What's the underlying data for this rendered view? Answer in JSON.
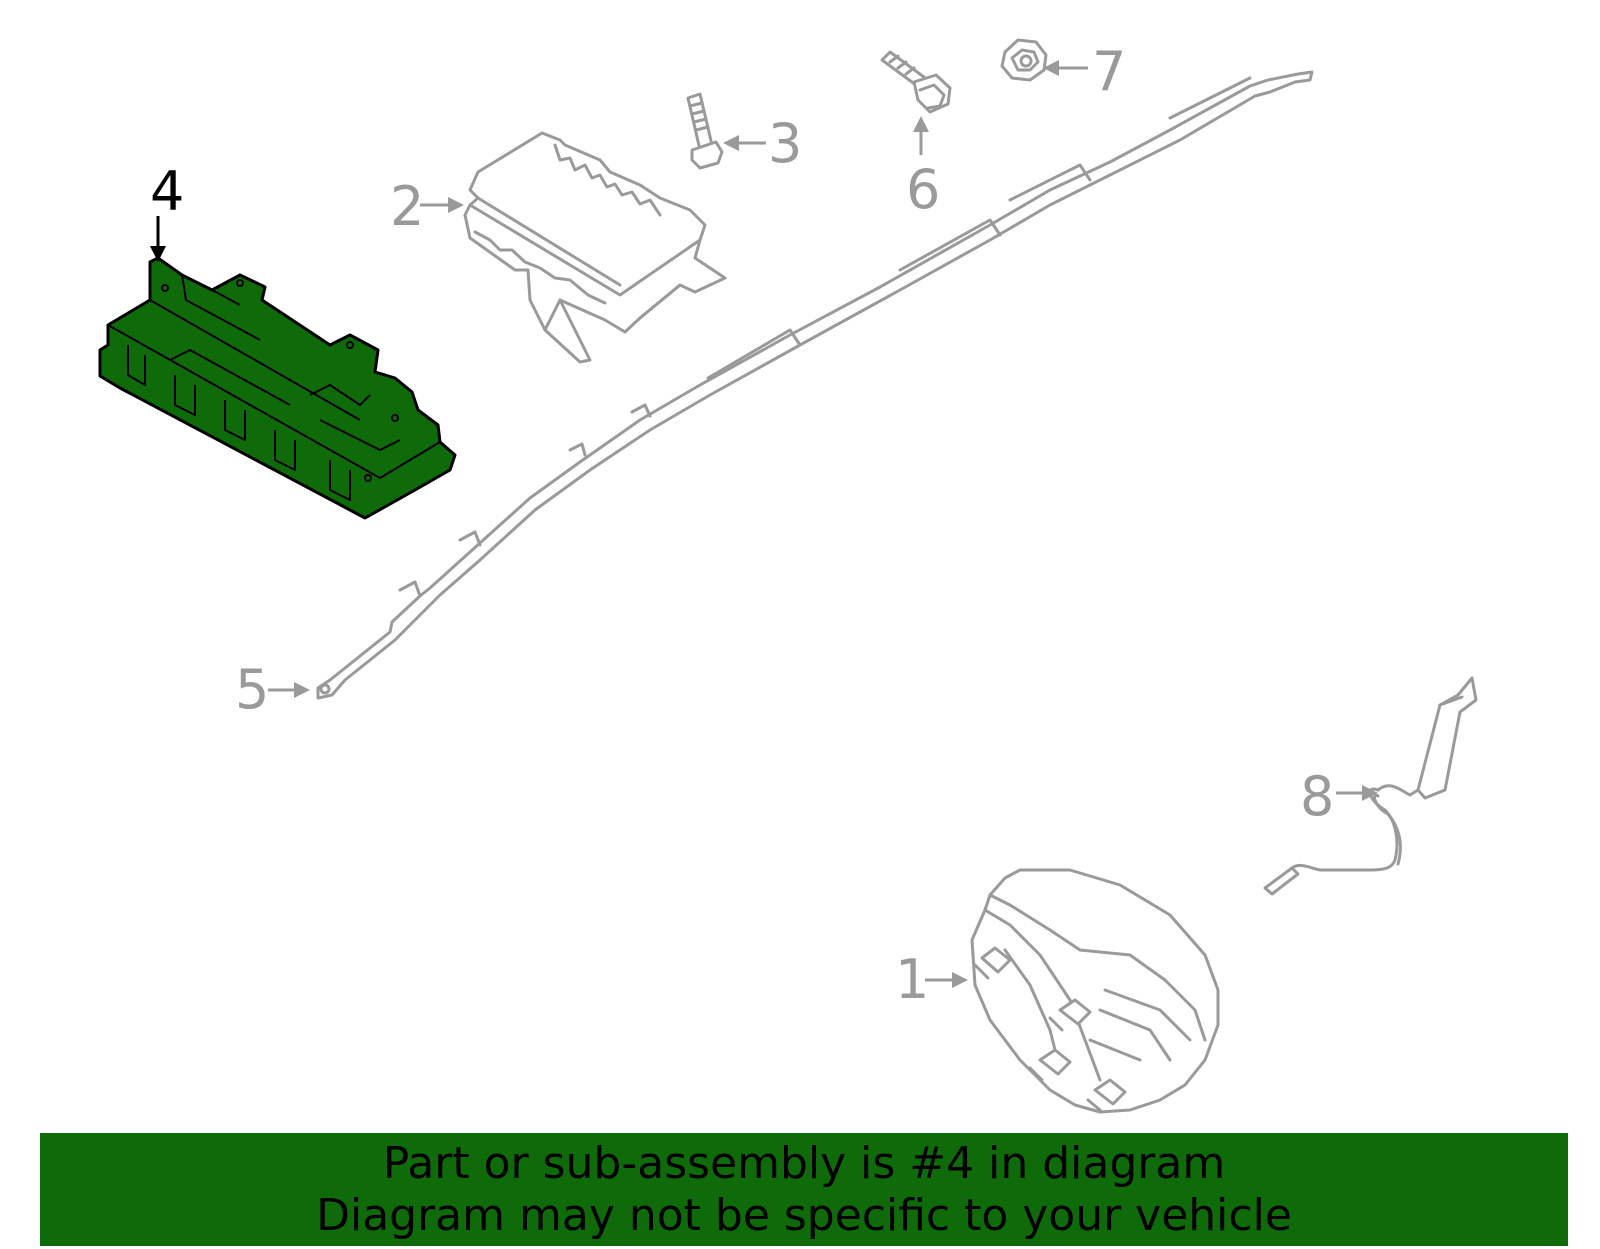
{
  "callouts": {
    "c1": "1",
    "c2": "2",
    "c3": "3",
    "c4": "4",
    "c5": "5",
    "c6": "6",
    "c7": "7",
    "c8": "8"
  },
  "highlighted_part": "4",
  "colors": {
    "highlight": "#0f6a0a",
    "line_gray": "#9a9a9a",
    "banner_bg": "#0f6a0a"
  },
  "banner": {
    "line1": "Part or sub-assembly is #4 in diagram",
    "line2": "Diagram may not be specific to your vehicle"
  }
}
